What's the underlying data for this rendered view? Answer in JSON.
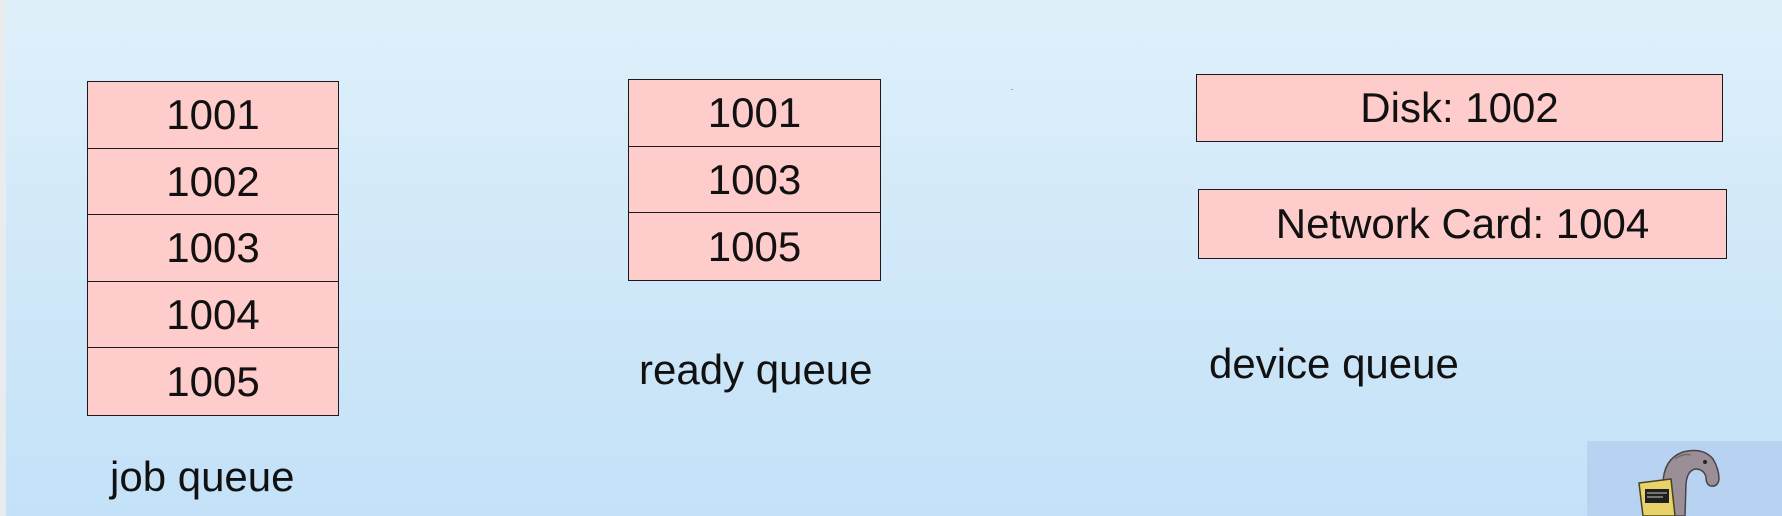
{
  "job_queue": {
    "items": [
      "1001",
      "1002",
      "1003",
      "1004",
      "1005"
    ],
    "caption": "job queue"
  },
  "ready_queue": {
    "items": [
      "1001",
      "1003",
      "1005"
    ],
    "caption": "ready queue"
  },
  "device_queue": {
    "items": [
      "Disk: 1002",
      "Network Card: 1004"
    ],
    "caption": "device queue"
  },
  "colors": {
    "cell_fill": "#ffcccc",
    "cell_border": "#1a1a1a",
    "background": "#d2e9f9"
  },
  "icons": {
    "corner_illustration": "dinosaur-mascot-icon"
  }
}
